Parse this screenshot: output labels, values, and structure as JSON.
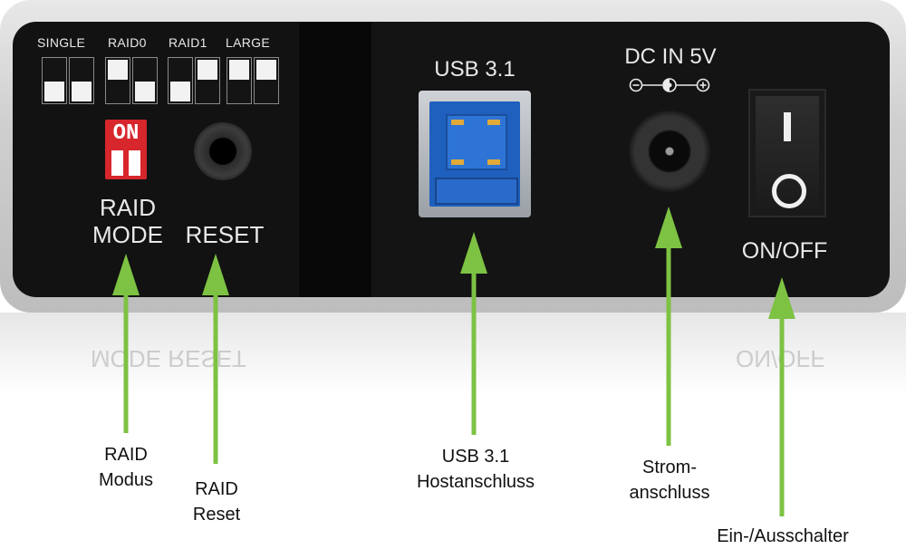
{
  "panel": {
    "dip_labels": [
      "SINGLE",
      "RAID0",
      "RAID1",
      "LARGE"
    ],
    "dip_on": "ON",
    "raid_mode": [
      "RAID",
      "MODE"
    ],
    "reset": "RESET",
    "usb": "USB 3.1",
    "dc_in": "DC IN 5V",
    "on_off": "ON/OFF"
  },
  "callouts": {
    "raid_modus": [
      "RAID",
      "Modus"
    ],
    "raid_reset": [
      "RAID",
      "Reset"
    ],
    "usb_host": [
      "USB 3.1",
      "Hostanschluss"
    ],
    "strom": [
      "Strom-",
      "anschluss"
    ],
    "schalter": "Ein-/Ausschalter"
  },
  "colors": {
    "arrow": "#7dc243",
    "dip_red": "#d7262c",
    "usb_blue": "#1f5fbd"
  }
}
